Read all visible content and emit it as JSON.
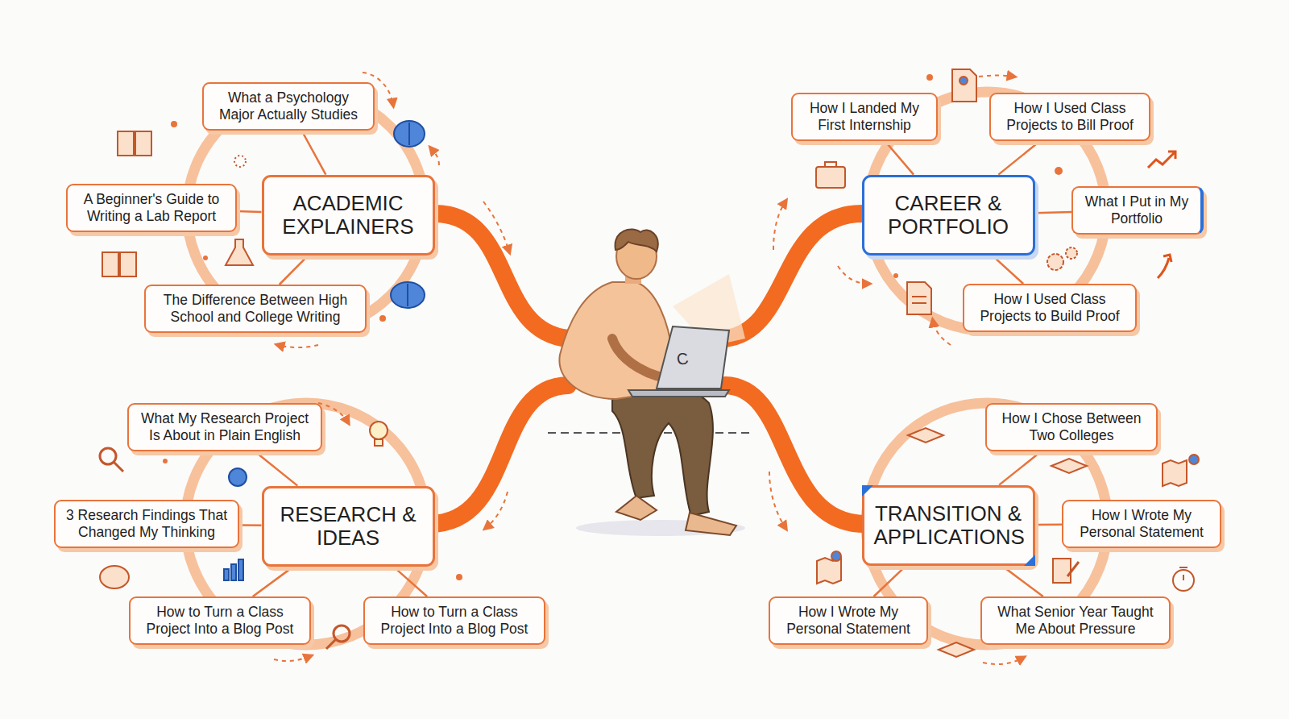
{
  "diagram": {
    "nodes": [
      {
        "text": [
          "ACADEMIC EXPLAINERS"
        ]
      },
      {
        "text": [
          "What a Psychology Major Actually Studies"
        ]
      },
      {
        "text": [
          "A Beginner's Guide to Writing a Lab Report"
        ]
      },
      {
        "text": [
          "The Difference Between High School and College Writing"
        ]
      },
      {
        "text": [
          "CAREER & PORTFOLIO"
        ]
      },
      {
        "text": [
          "How I Landed My First Internship"
        ]
      },
      {
        "text": [
          "How I Used Class Projects to Bill Proof"
        ]
      },
      {
        "text": [
          "What I Put in My Portfolio"
        ]
      },
      {
        "text": [
          "How I Used Class Projects to Build Proof"
        ]
      },
      {
        "text": [
          "RESEARCH & IDEAS"
        ]
      },
      {
        "text": [
          "What My Research Project Is About in Plain English"
        ]
      },
      {
        "text": [
          "3 Research Findings That Changed My Thinking"
        ]
      },
      {
        "text": [
          "How to Turn a Class Project Into a Blog Post"
        ]
      },
      {
        "text": [
          "How to Turn a Class Project Into a Blog Post"
        ]
      },
      {
        "text": [
          "TRANSITION & APPLICATIONS"
        ]
      },
      {
        "text": [
          "How I Chose Between Two Colleges"
        ]
      },
      {
        "text": [
          "How I Wrote My Personal Statement"
        ]
      },
      {
        "text": [
          "How I Wrote My Personal Statement"
        ]
      },
      {
        "text": [
          "What Senior Year Taught Me About Pressure"
        ]
      }
    ],
    "edges": [
      {
        "from": 0,
        "to": 1,
        "arrow": "none"
      },
      {
        "from": 0,
        "to": 2,
        "arrow": "none"
      },
      {
        "from": 0,
        "to": 3,
        "arrow": "none"
      },
      {
        "from": 4,
        "to": 5,
        "arrow": "none"
      },
      {
        "from": 4,
        "to": 6,
        "arrow": "none"
      },
      {
        "from": 4,
        "to": 7,
        "arrow": "none"
      },
      {
        "from": 4,
        "to": 8,
        "arrow": "none"
      },
      {
        "from": 9,
        "to": 10,
        "arrow": "none"
      },
      {
        "from": 9,
        "to": 11,
        "arrow": "none"
      },
      {
        "from": 9,
        "to": 12,
        "arrow": "none"
      },
      {
        "from": 9,
        "to": 13,
        "arrow": "none"
      },
      {
        "from": 14,
        "to": 15,
        "arrow": "none"
      },
      {
        "from": 14,
        "to": 16,
        "arrow": "none"
      },
      {
        "from": 14,
        "to": 17,
        "arrow": "none"
      },
      {
        "from": 14,
        "to": 18,
        "arrow": "none"
      }
    ],
    "labels": [
      "C"
    ]
  }
}
